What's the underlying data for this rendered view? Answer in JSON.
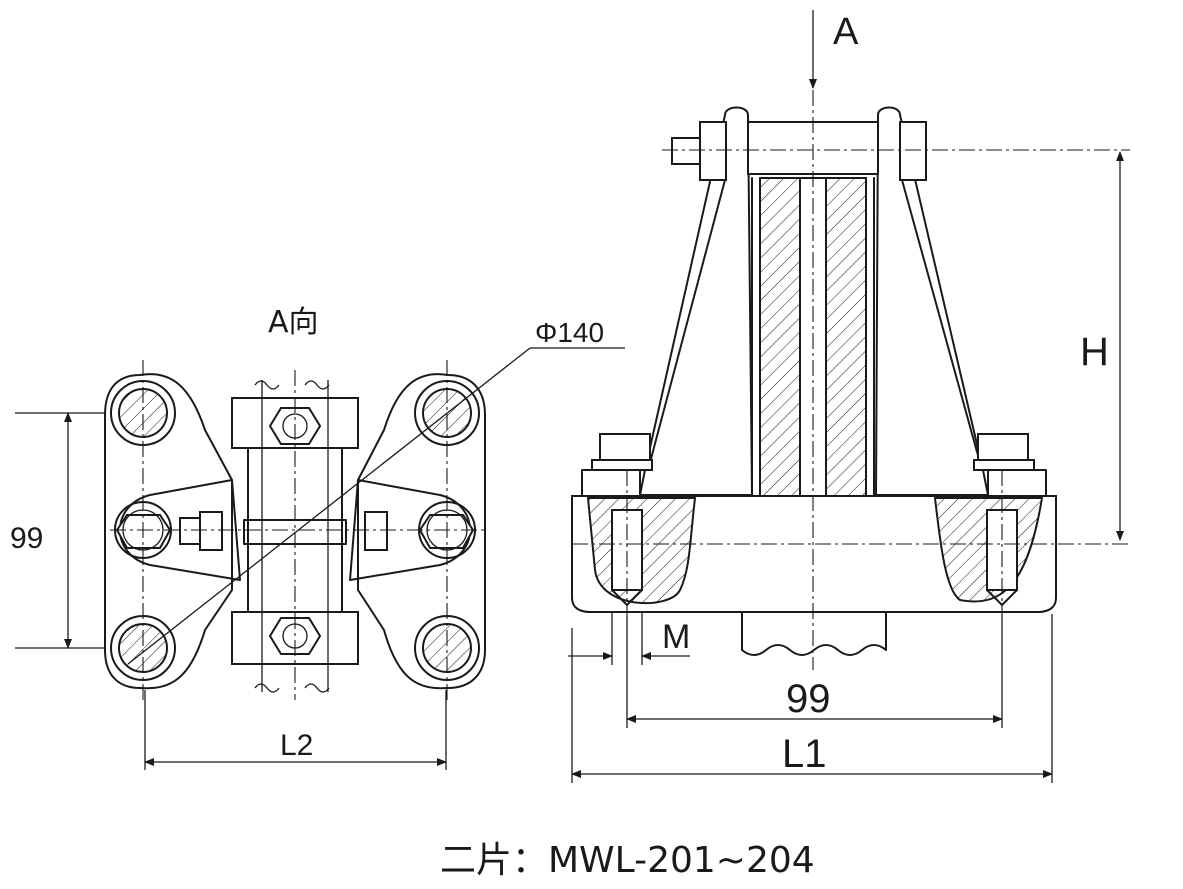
{
  "labels": {
    "view_arrow": "A",
    "view_title": "A向",
    "diameter": "Φ140",
    "dim_left_vertical": "99",
    "dim_l2": "L2",
    "dim_h": "H",
    "dim_m": "M",
    "dim_right_99": "99",
    "dim_l1": "L1"
  },
  "caption": "二片：MWL-201~204"
}
